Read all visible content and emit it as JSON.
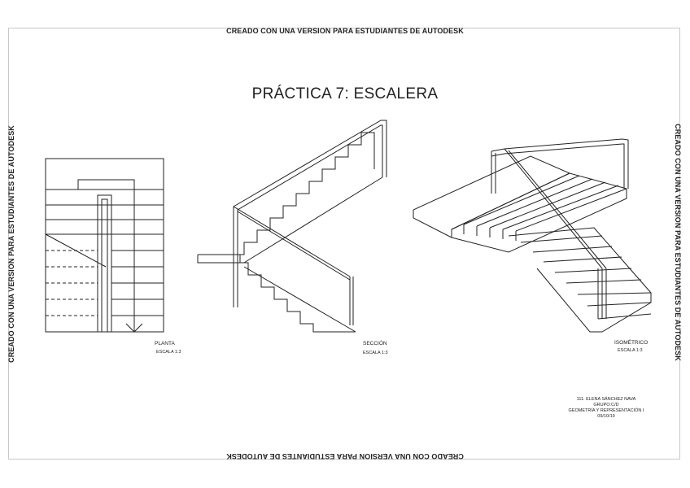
{
  "watermark": "CREADO CON UNA VERSION PARA ESTUDIANTES DE AUTODESK",
  "title": "PRÁCTICA 7: ESCALERA",
  "views": [
    {
      "name": "PLANTA",
      "scale": "ESCALA 1:3"
    },
    {
      "name": "SECCIÓN",
      "scale": "ESCALA 1:3"
    },
    {
      "name": "ISOMÉTRICO",
      "scale": "ESCALA 1:3"
    }
  ],
  "title_block": {
    "student": "111. ELENA SÁNCHEZ NAVA",
    "group": "GRUPO:C/D",
    "course": "GEOMETRÍA Y REPRESENTACIÓN I",
    "date": "09/10/19"
  },
  "colors": {
    "line": "#222222",
    "frame": "#c8c8c8"
  }
}
